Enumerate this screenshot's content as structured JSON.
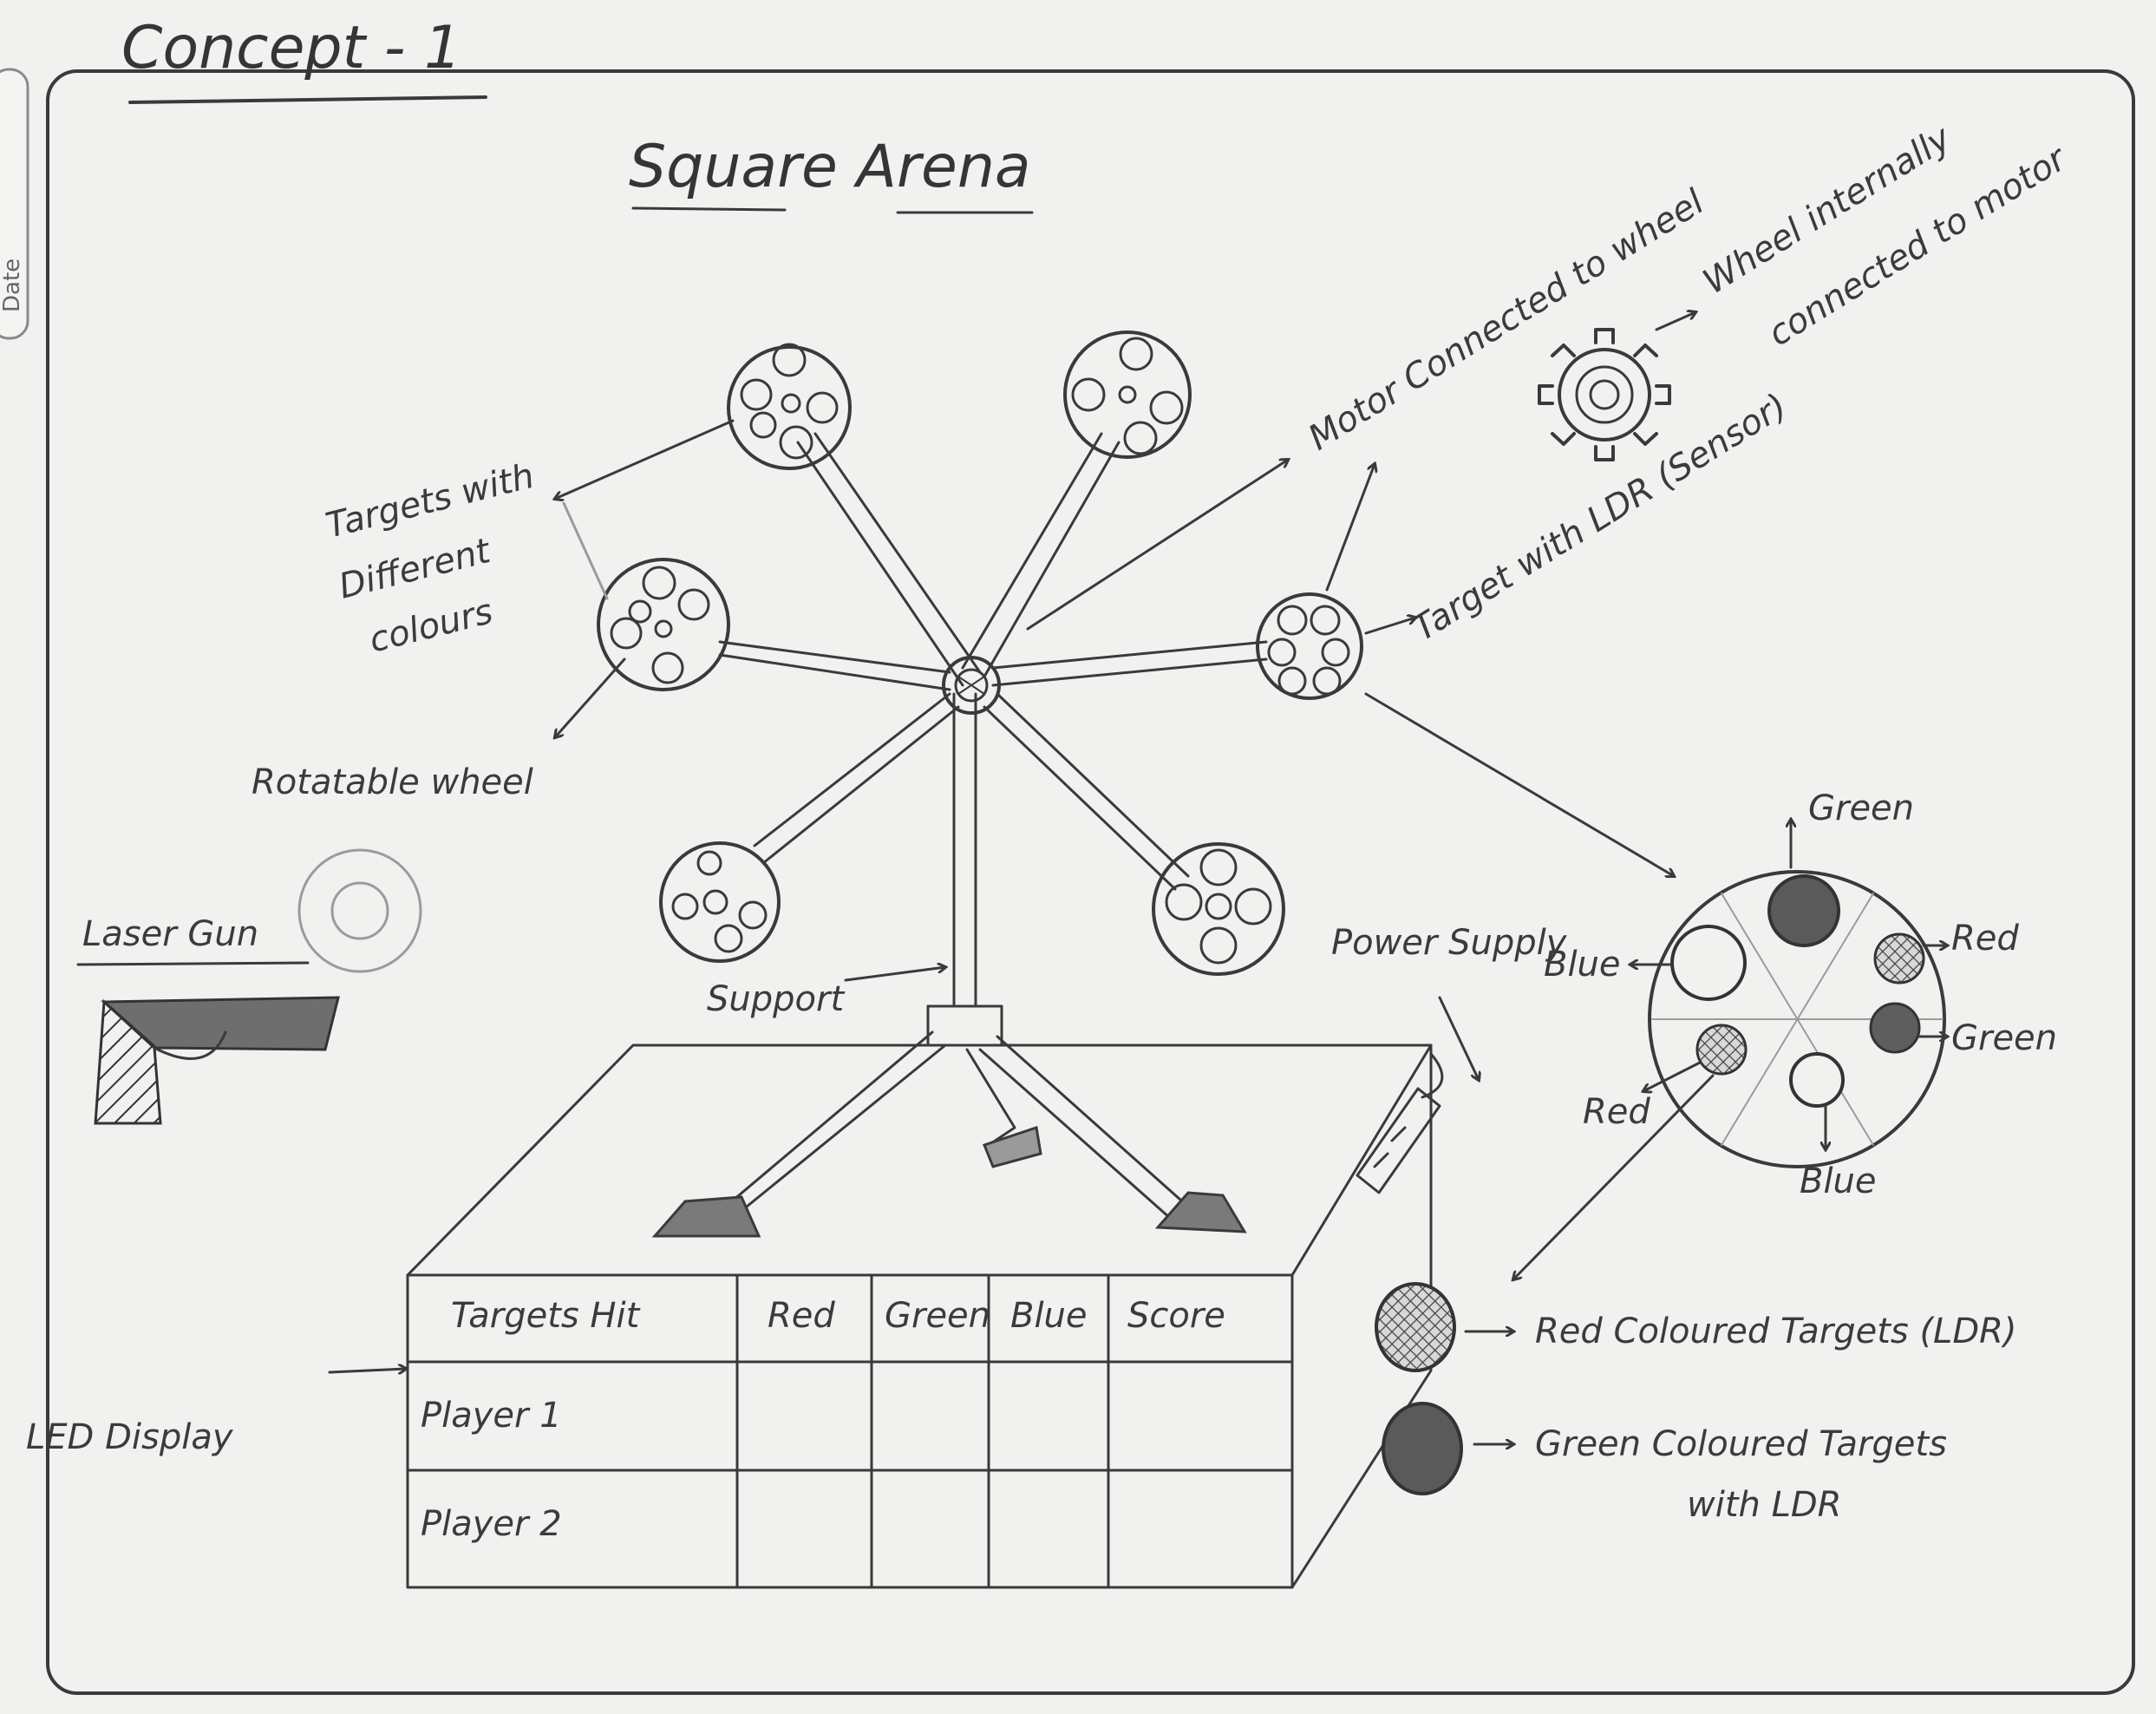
{
  "heading": "Concept - 1",
  "arena_title": "Square Arena",
  "side_tab": "Date",
  "labels": {
    "targets_colours": "Targets with Different colours",
    "rotatable_wheel": "Rotatable wheel",
    "laser_gun": "Laser Gun",
    "support": "Support",
    "power_supply": "Power Supply",
    "motor": "Motor Connected to wheel",
    "wheel_motor": "Wheel internally connected to motor",
    "target_ldr": "Target with LDR (Sensor)",
    "led_display": "LED Display"
  },
  "detail_colours": {
    "top": "Green",
    "right_top": "Red",
    "right_bottom": "Green",
    "bottom": "Blue",
    "left_bottom": "Red",
    "left_top": "Blue"
  },
  "legend": {
    "red": "Red Coloured Targets (LDR)",
    "green_line1": "Green Coloured Targets",
    "green_line2": "with LDR"
  },
  "table": {
    "headers": [
      "Targets Hit",
      "Red",
      "Green",
      "Blue",
      "Score"
    ],
    "rows": [
      "Player 1",
      "Player 2"
    ]
  },
  "colors": {
    "paper": "#f1f2ef",
    "pencil": "#3a3a3a",
    "dark_fill": "#5a5a5a"
  }
}
